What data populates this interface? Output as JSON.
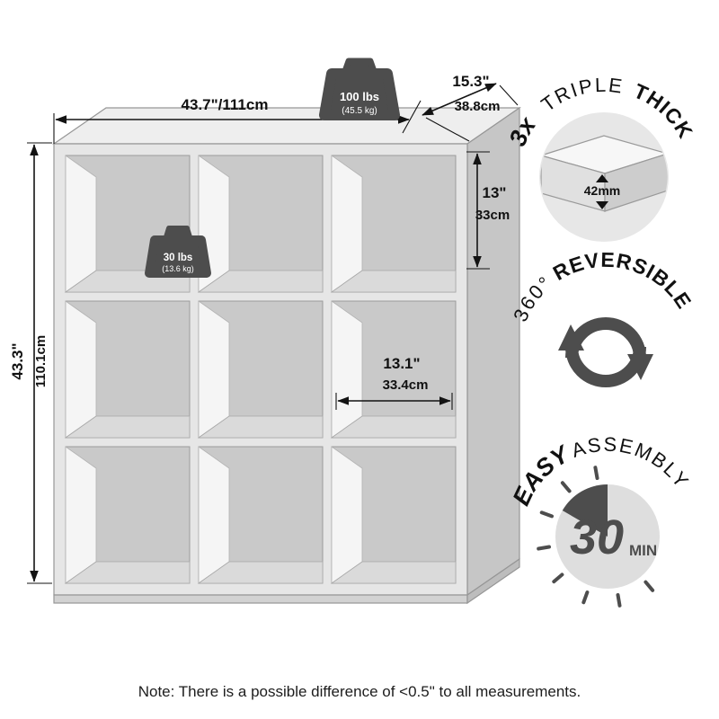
{
  "shelf": {
    "dim_width": "43.7\"/111cm",
    "dim_depth_in": "15.3\"",
    "dim_depth_cm": "38.8cm",
    "dim_height_in": "43.3\"",
    "dim_height_cm": "110.1cm",
    "dim_cube_height_in": "13\"",
    "dim_cube_height_cm": "33cm",
    "dim_cube_width_in": "13.1\"",
    "dim_cube_width_cm": "33.4cm"
  },
  "weights": {
    "total_lbs": "100 lbs",
    "total_kg": "(45.5 kg)",
    "shelf_lbs": "30 lbs",
    "shelf_kg": "(13.6 kg)"
  },
  "badges": {
    "triple_thick": {
      "multiplier": "3x",
      "word_light": "TRIPLE",
      "word_bold": "THICK",
      "thickness": "42mm"
    },
    "reversible": {
      "degrees": "360°",
      "word": "REVERSIBLE"
    },
    "assembly": {
      "word_bold": "EASY",
      "word_light": "ASSEMBLY",
      "minutes": "30",
      "unit": "MIN"
    }
  },
  "note": {
    "text": "Note: There is a possible difference of <0.5\" to all measurements."
  },
  "colors": {
    "icon_dark": "#4d4d4d",
    "outline": "#131313",
    "shelf_front": "#e6e6e6",
    "shelf_side": "#c6c6c6",
    "shelf_top": "#eeeeee",
    "cube_back": "#c9c9c9"
  }
}
